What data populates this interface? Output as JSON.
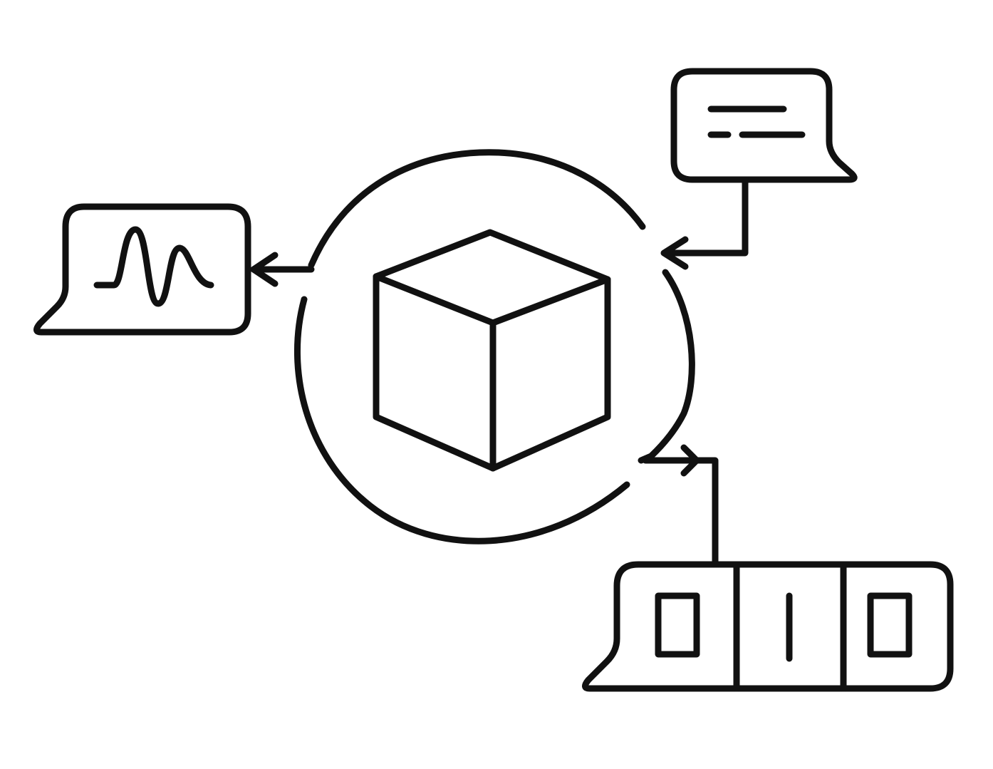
{
  "colors": {
    "background": "#ffffff",
    "stroke": "#111111"
  },
  "nodes": {
    "center": {
      "icon": "cube-icon"
    },
    "left_output": {
      "icon": "waveform-icon",
      "container": "speech-bubble"
    },
    "top_right_input": {
      "icon": "text-lines-icon",
      "container": "speech-bubble"
    },
    "bottom_right_output": {
      "icon": "binary-digits-icon",
      "container": "speech-bubble",
      "digits": [
        "0",
        "1",
        "0"
      ]
    }
  },
  "edges": [
    {
      "from": "top_right_input",
      "to": "center",
      "type": "arrow"
    },
    {
      "from": "center",
      "to": "left_output",
      "type": "arrow"
    },
    {
      "from": "center",
      "to": "bottom_right_output",
      "type": "arrow"
    }
  ]
}
